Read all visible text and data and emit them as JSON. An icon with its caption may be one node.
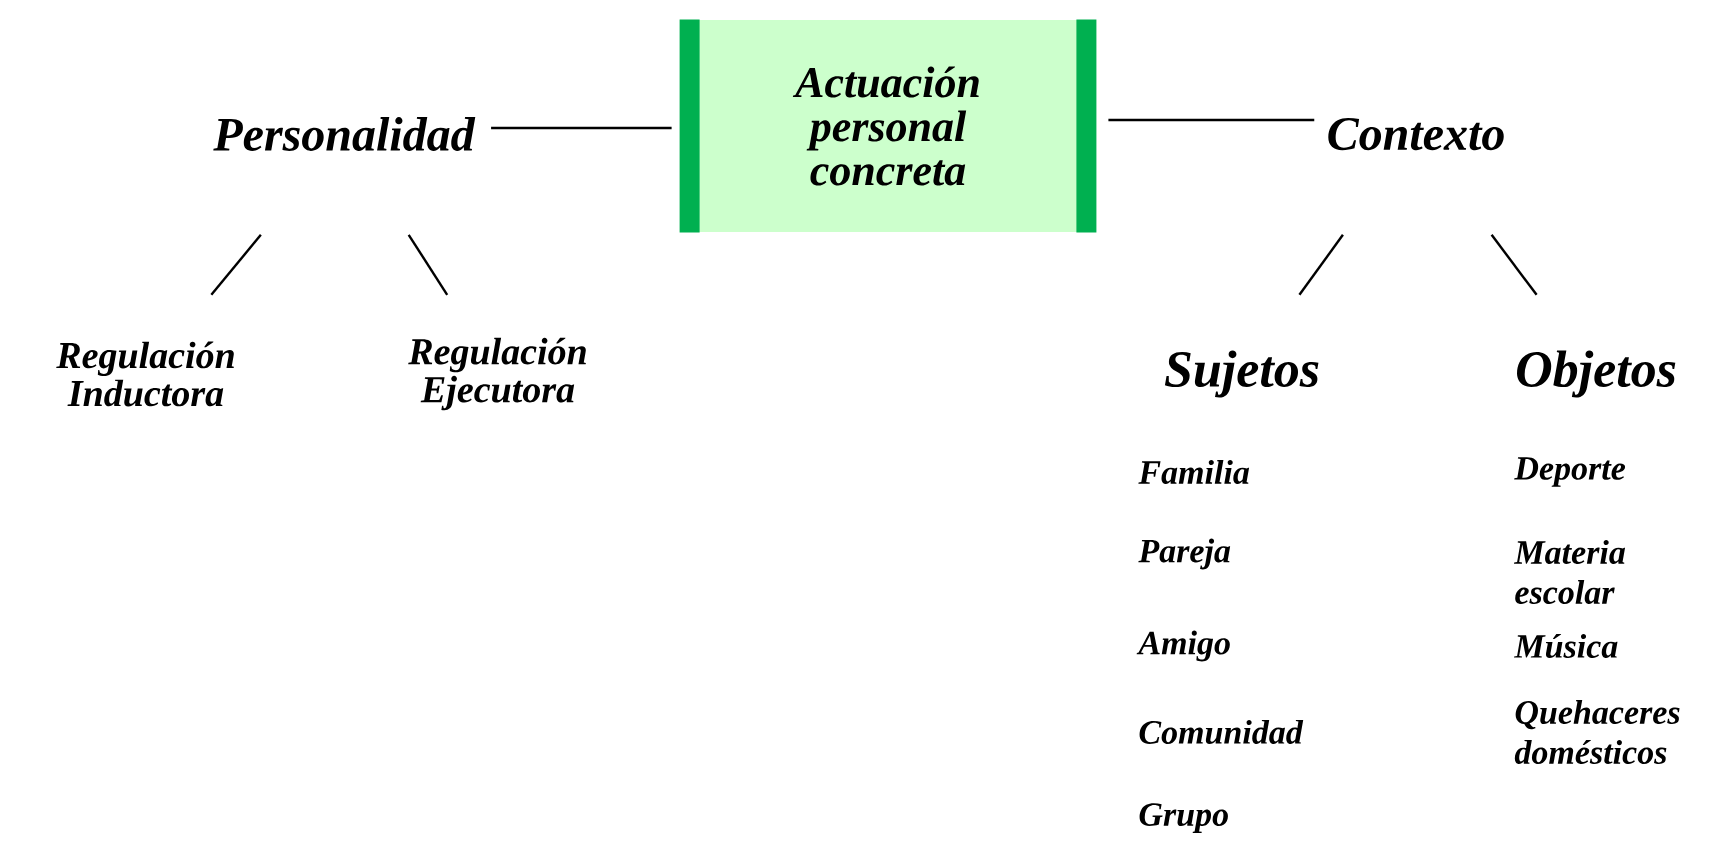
{
  "diagram": {
    "nodes": [
      {
        "text": [
          "Personalidad"
        ]
      },
      {
        "text": [
          "Actuación personal concreta"
        ]
      },
      {
        "text": [
          "Contexto"
        ]
      },
      {
        "text": [
          "Regulación Inductora"
        ]
      },
      {
        "text": [
          "Regulación Ejecutora"
        ]
      },
      {
        "text": [
          "Sujetos"
        ]
      },
      {
        "text": [
          "Objetos"
        ]
      }
    ],
    "edges": [
      {
        "from": 0,
        "to": 1,
        "arrow": "none"
      },
      {
        "from": 1,
        "to": 2,
        "arrow": "none"
      },
      {
        "from": 0,
        "to": 3,
        "arrow": "none"
      },
      {
        "from": 0,
        "to": 4,
        "arrow": "none"
      },
      {
        "from": 2,
        "to": 5,
        "arrow": "none"
      },
      {
        "from": 2,
        "to": 6,
        "arrow": "none"
      }
    ],
    "labels": [
      "Familia",
      "Deporte",
      "Pareja",
      "Materia escolar",
      "Amigo",
      "Música",
      "Comunidad",
      "Quehaceres domésticos",
      "Grupo"
    ]
  }
}
